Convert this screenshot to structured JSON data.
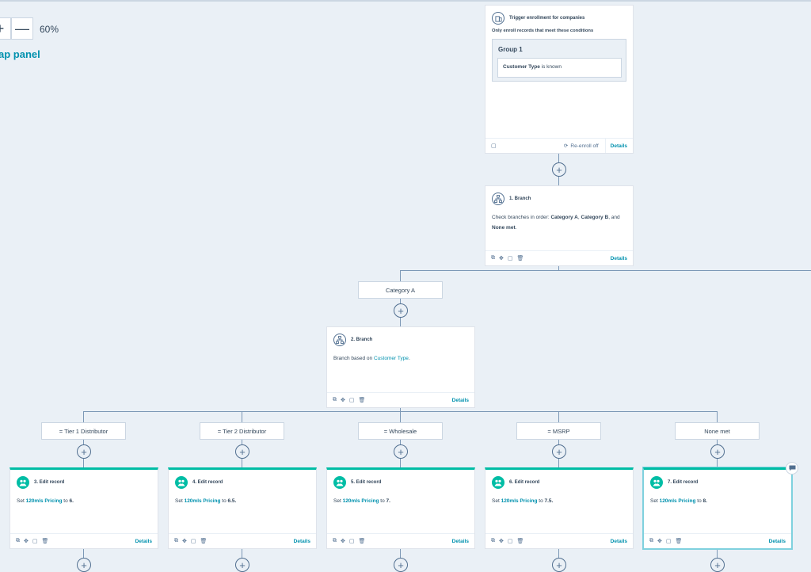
{
  "zoom": {
    "plus_label": "+",
    "minus_label": "—",
    "level": "60%"
  },
  "map_panel_label": "ap panel",
  "trigger": {
    "title": "Trigger enrollment for companies",
    "subtitle": "Only enroll records that meet these conditions",
    "group_title": "Group 1",
    "condition_property": "Customer Type",
    "condition_operator": "is known",
    "reenroll": "Re-enroll off",
    "details": "Details"
  },
  "branch1": {
    "title": "1. Branch",
    "text_1": "Check branches in order:",
    "cat_a": "Category A",
    "comma": ",",
    "cat_b": "Category B",
    "and_text": ", and",
    "none_met": "None met",
    "period": ".",
    "details": "Details"
  },
  "category_a_label": "Category A",
  "branch2": {
    "title": "2. Branch",
    "text": "Branch based on",
    "property": "Customer Type",
    "period": ".",
    "details": "Details"
  },
  "branch_labels": [
    "= Tier 1 Distributor",
    "= Tier 2 Distributor",
    "= Wholesale",
    "= MSRP",
    "None met"
  ],
  "actions": [
    {
      "title": "3. Edit record",
      "set": "Set",
      "property": "120mls Pricing",
      "to": "to",
      "value": "6.",
      "details": "Details"
    },
    {
      "title": "4. Edit record",
      "set": "Set",
      "property": "120mls Pricing",
      "to": "to",
      "value": "6.5.",
      "details": "Details"
    },
    {
      "title": "5. Edit record",
      "set": "Set",
      "property": "120mls Pricing",
      "to": "to",
      "value": "7.",
      "details": "Details"
    },
    {
      "title": "6. Edit record",
      "set": "Set",
      "property": "120mls Pricing",
      "to": "to",
      "value": "7.5.",
      "details": "Details"
    },
    {
      "title": "7. Edit record",
      "set": "Set",
      "property": "120mls Pricing",
      "to": "to",
      "value": "8.",
      "details": "Details"
    }
  ],
  "plus_symbol": "+",
  "icons": {
    "trigger": "building-icon",
    "branch": "branch-icon",
    "action": "people-icon",
    "copy": "copy-icon",
    "move": "move-icon",
    "clone": "clone-icon",
    "delete": "trash-icon",
    "reenroll": "refresh-icon",
    "comment": "comment-icon"
  },
  "colors": {
    "accent": "#0091ae",
    "teal": "#00bda5",
    "canvas": "#eaf0f6",
    "line": "#7c98b6"
  }
}
